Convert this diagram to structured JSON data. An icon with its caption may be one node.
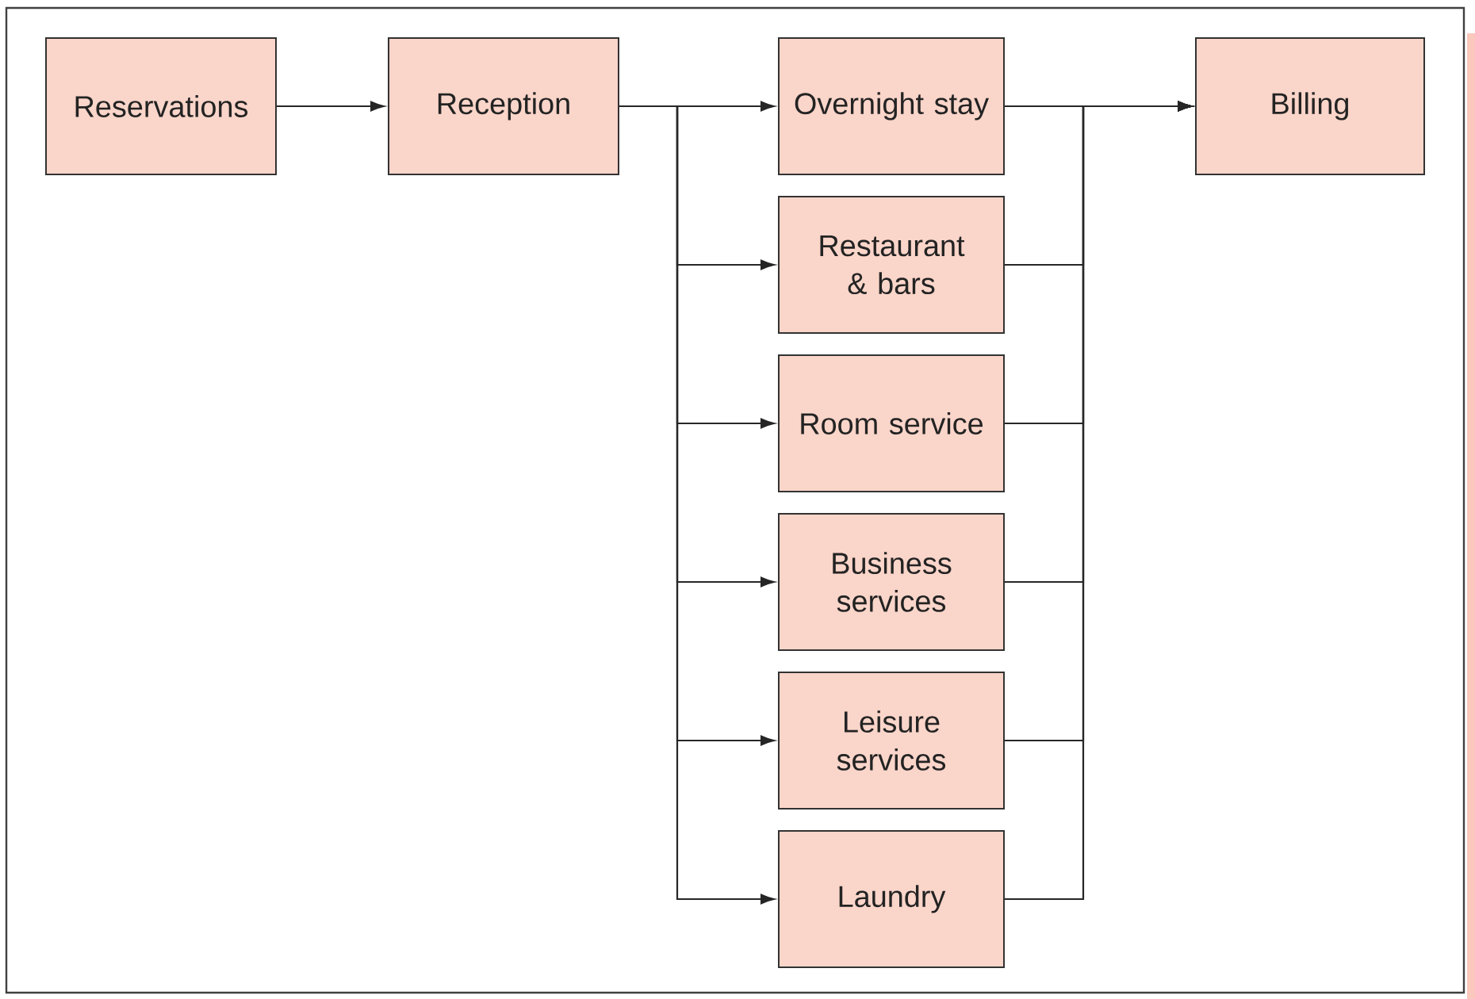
{
  "diagram": {
    "nodes": [
      {
        "text": [
          "Reservations"
        ]
      },
      {
        "text": [
          "Reception"
        ]
      },
      {
        "text": [
          "Overnight stay"
        ]
      },
      {
        "text": [
          "Restaurant & bars"
        ]
      },
      {
        "text": [
          "Room service"
        ]
      },
      {
        "text": [
          "Business services"
        ]
      },
      {
        "text": [
          "Leisure services"
        ]
      },
      {
        "text": [
          "Laundry"
        ]
      },
      {
        "text": [
          "Billing"
        ]
      }
    ],
    "edges": [
      {
        "from": 0,
        "to": 1,
        "arrow": "to"
      },
      {
        "from": 1,
        "to": 2,
        "arrow": "to"
      },
      {
        "from": 1,
        "to": 3,
        "arrow": "to"
      },
      {
        "from": 1,
        "to": 4,
        "arrow": "to"
      },
      {
        "from": 1,
        "to": 5,
        "arrow": "to"
      },
      {
        "from": 1,
        "to": 6,
        "arrow": "to"
      },
      {
        "from": 1,
        "to": 7,
        "arrow": "to"
      },
      {
        "from": 2,
        "to": 8,
        "arrow": "to"
      },
      {
        "from": 3,
        "to": 8,
        "arrow": "to"
      },
      {
        "from": 4,
        "to": 8,
        "arrow": "to"
      },
      {
        "from": 5,
        "to": 8,
        "arrow": "to"
      },
      {
        "from": 6,
        "to": 8,
        "arrow": "to"
      },
      {
        "from": 7,
        "to": 8,
        "arrow": "to"
      }
    ]
  }
}
